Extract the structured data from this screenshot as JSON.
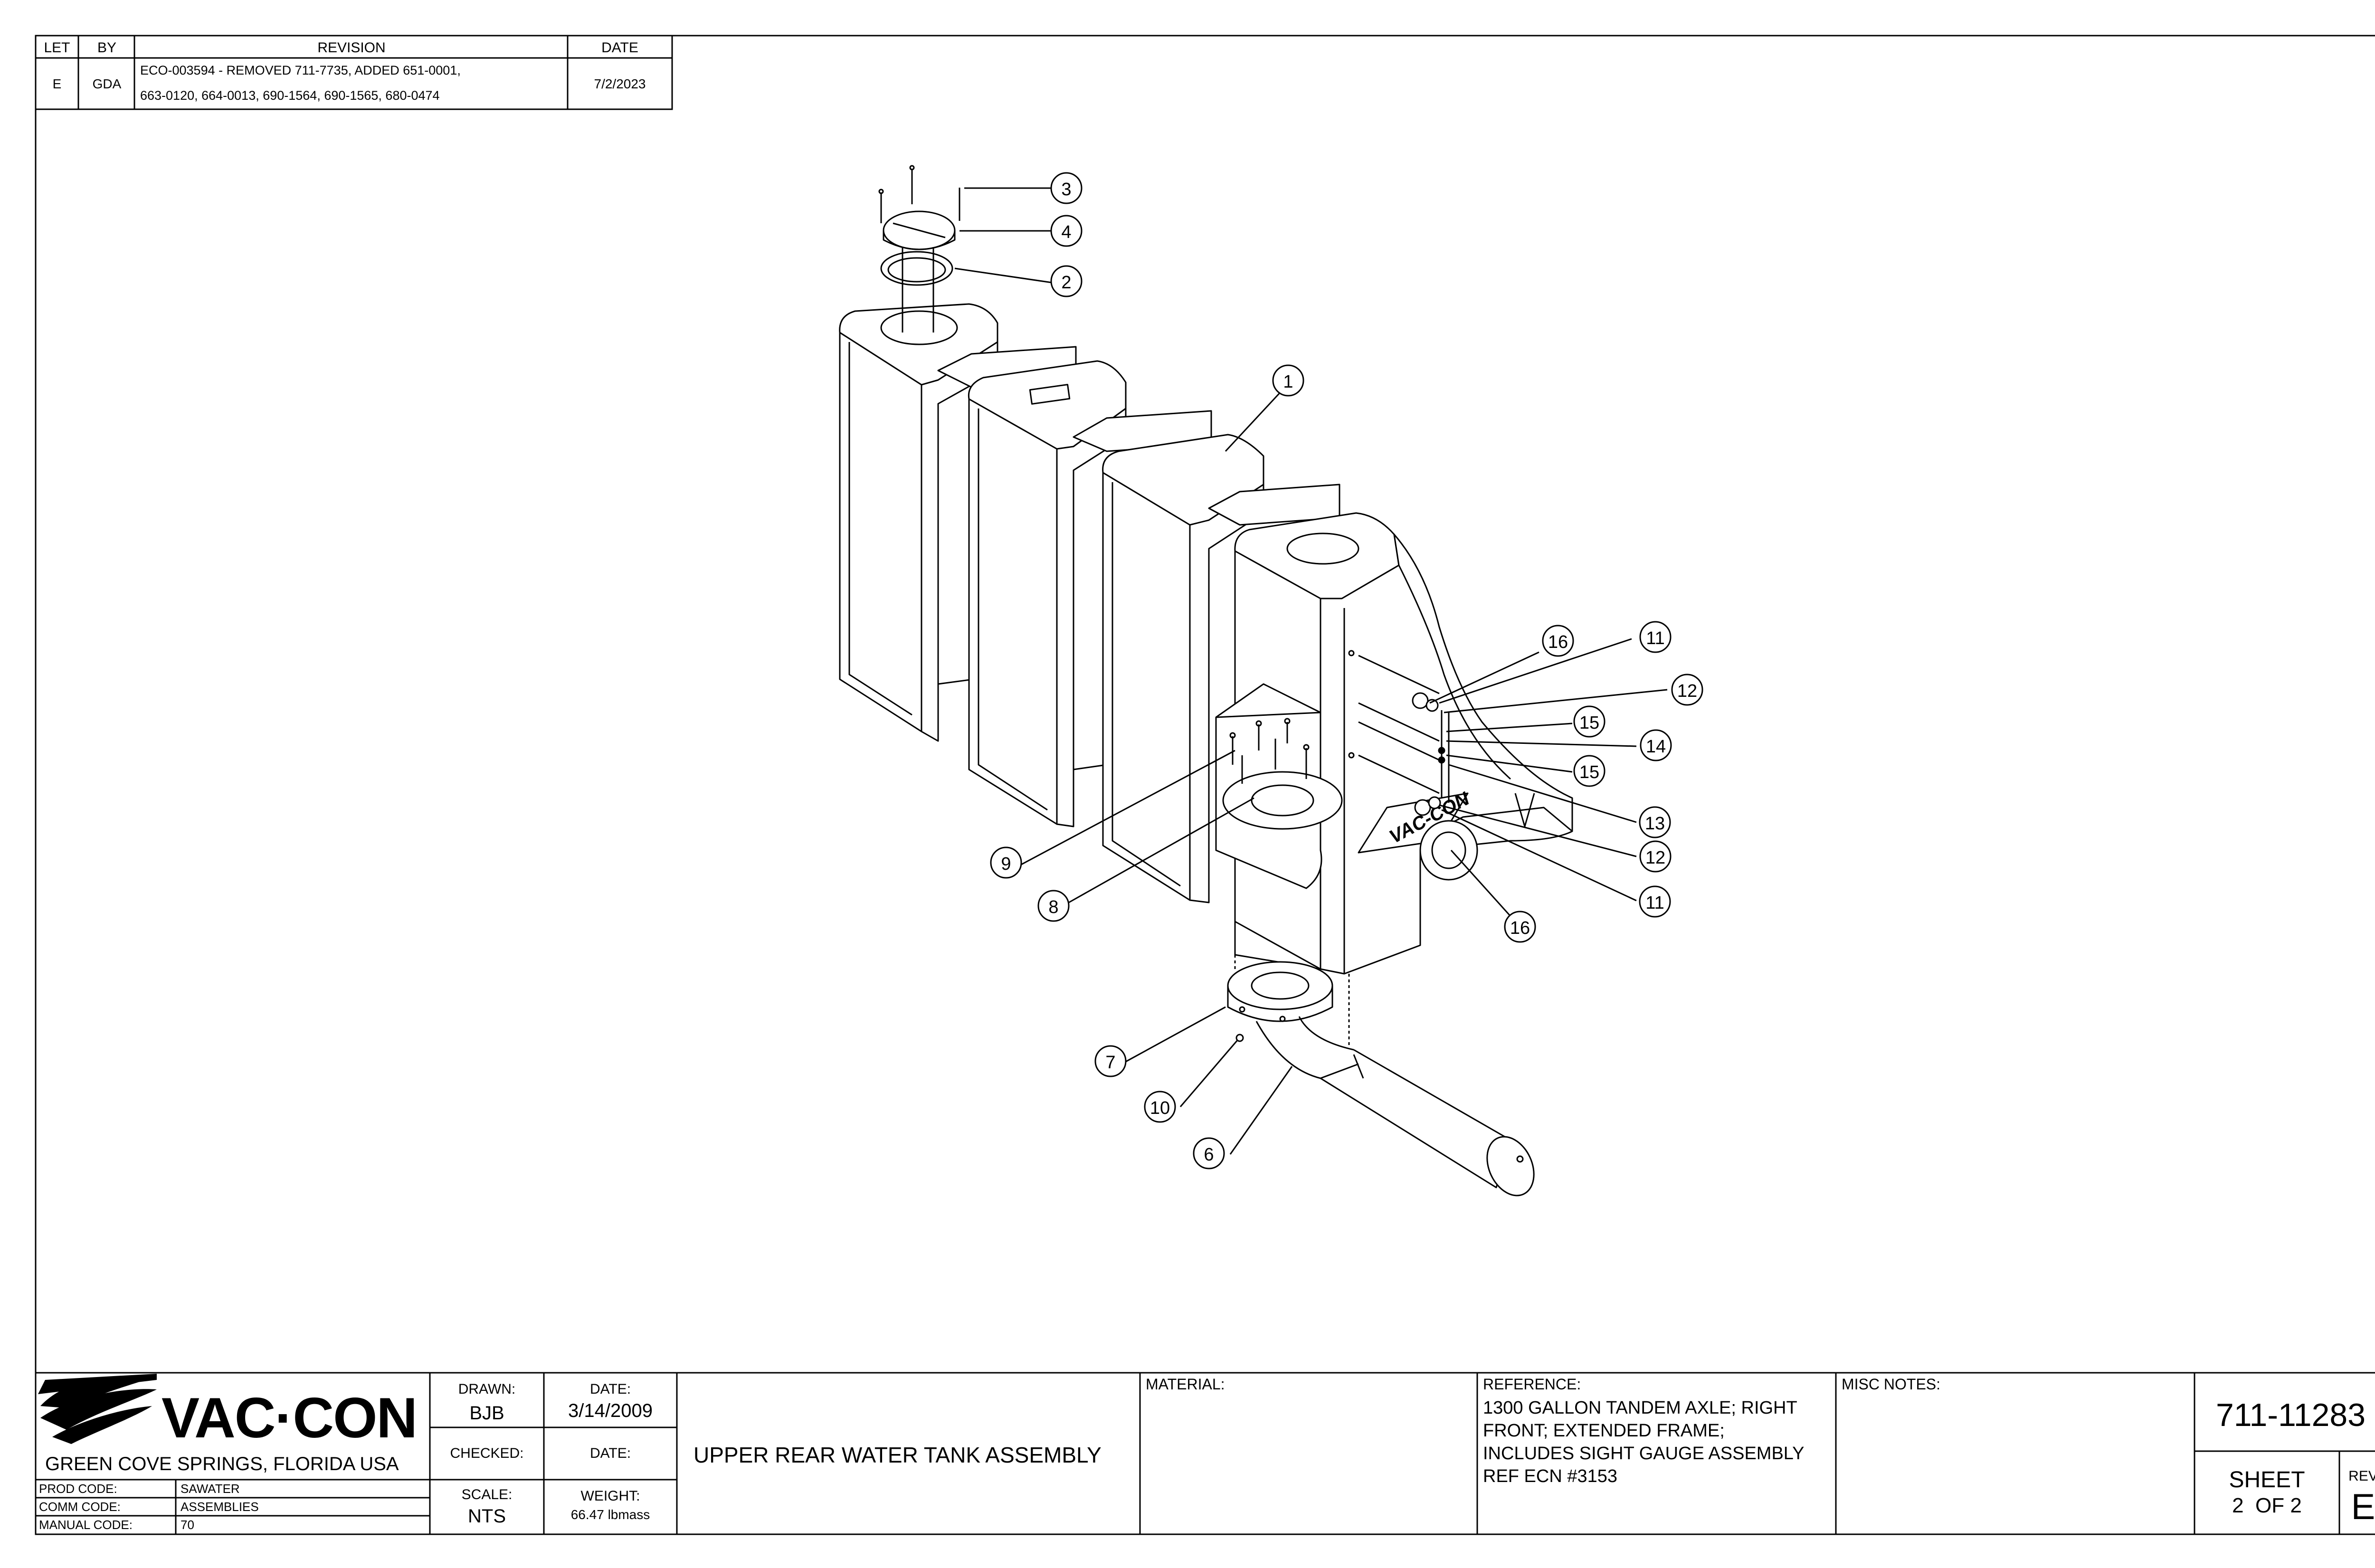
{
  "revision_block": {
    "headers": {
      "let": "LET",
      "by": "BY",
      "revision": "REVISION",
      "date": "DATE"
    },
    "row": {
      "let": "E",
      "by": "GDA",
      "revision_line1": "ECO-003594 - REMOVED 711-7735, ADDED 651-0001,",
      "revision_line2": "663-0120, 664-0013, 690-1564, 690-1565, 680-0474",
      "date": "7/2/2023"
    }
  },
  "balloons": {
    "b1": "1",
    "b2": "2",
    "b3": "3",
    "b4": "4",
    "b6": "6",
    "b7": "7",
    "b8": "8",
    "b9": "9",
    "b10": "10",
    "b11a": "11",
    "b11b": "11",
    "b12a": "12",
    "b12b": "12",
    "b13": "13",
    "b14": "14",
    "b15a": "15",
    "b15b": "15",
    "b16a": "16",
    "b16b": "16"
  },
  "drawing_label": "VAC-CON",
  "title_block": {
    "company": "VAC·CON",
    "location": "GREEN COVE SPRINGS, FLORIDA USA",
    "prod_code_label": "PROD CODE:",
    "prod_code": "SAWATER",
    "comm_code_label": "COMM CODE:",
    "comm_code": "ASSEMBLIES",
    "manual_code_label": "MANUAL CODE:",
    "manual_code": "70",
    "drawn_label": "DRAWN:",
    "drawn": "BJB",
    "date_label": "DATE:",
    "date": "3/14/2009",
    "checked_label": "CHECKED:",
    "checked_date_label": "DATE:",
    "scale_label": "SCALE:",
    "scale": "NTS",
    "weight_label": "WEIGHT:",
    "weight": "66.47 lbmass",
    "title": "UPPER REAR WATER TANK ASSEMBLY",
    "material_label": "MATERIAL:",
    "reference_label": "REFERENCE:",
    "reference_lines": [
      "1300 GALLON TANDEM AXLE; RIGHT",
      "FRONT;  EXTENDED  FRAME;",
      "INCLUDES SIGHT GAUGE ASSEMBLY",
      "REF ECN #3153"
    ],
    "misc_notes_label": "MISC NOTES:",
    "part_number": "711-11283",
    "sheet_label": "SHEET",
    "sheet_of": "2  OF 2",
    "rev_label": "REV",
    "rev": "E"
  },
  "colors": {
    "line": "#000000",
    "background": "#ffffff"
  }
}
